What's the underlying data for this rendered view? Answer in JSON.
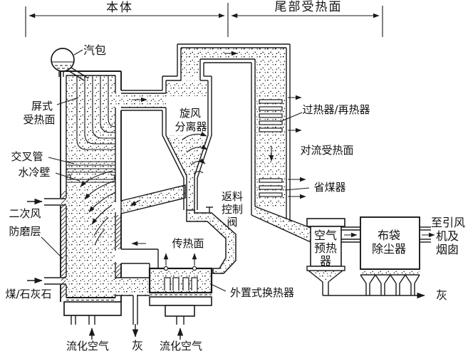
{
  "diagram": {
    "sections": {
      "main_body": "本体",
      "tail_heating_surface": "尾部受热面"
    },
    "labels": {
      "steam_drum": "汽包",
      "platen_line1": "屏式",
      "platen_line2": "受热面",
      "cross_tube_line1": "交叉管",
      "cross_tube_line2": "水冷壁",
      "secondary_air": "二次风",
      "wear_layer": "防磨层",
      "coal_limestone": "煤/石灰石",
      "fluidizing_air_left": "流化空气",
      "ash_bottom": "灰",
      "fluidizing_air_right": "流化空气",
      "cyclone_line1": "旋风",
      "cyclone_line2": "分离器",
      "return_valve_line1": "返料",
      "return_valve_line2": "控制",
      "return_valve_line3": "阀",
      "heat_transfer_surface": "传热面",
      "external_heat_exchanger": "外置式换热器",
      "superheater_reheater": "过热器/再热器",
      "convection_surface": "对流受热面",
      "economizer": "省煤器",
      "air_preheater_line1": "空气",
      "air_preheater_line2": "预热",
      "air_preheater_line3": "器",
      "bag_filter_line1": "布袋",
      "bag_filter_line2": "除尘器",
      "to_fan_line1": "至引风",
      "to_fan_line2": "机及",
      "to_fan_line3": "烟囱",
      "ash_right": "灰"
    },
    "colors": {
      "ink": "#1a1a1a",
      "paper": "#ffffff"
    }
  }
}
